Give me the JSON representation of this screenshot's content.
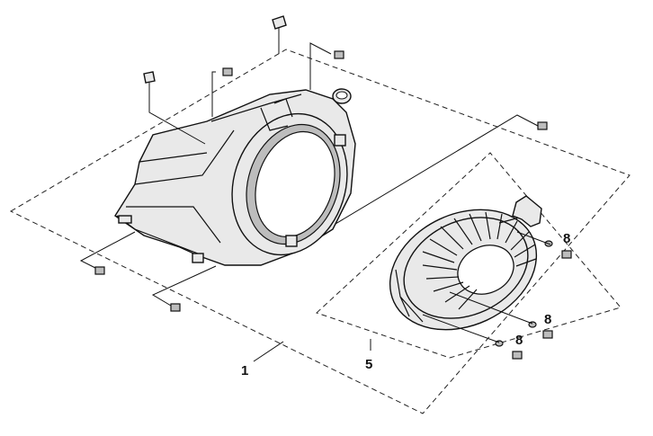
{
  "callouts": {
    "fan_cover": "1",
    "recoil_starter": "5",
    "bolt_a": "8",
    "bolt_b": "8",
    "bolt_c": "8"
  }
}
